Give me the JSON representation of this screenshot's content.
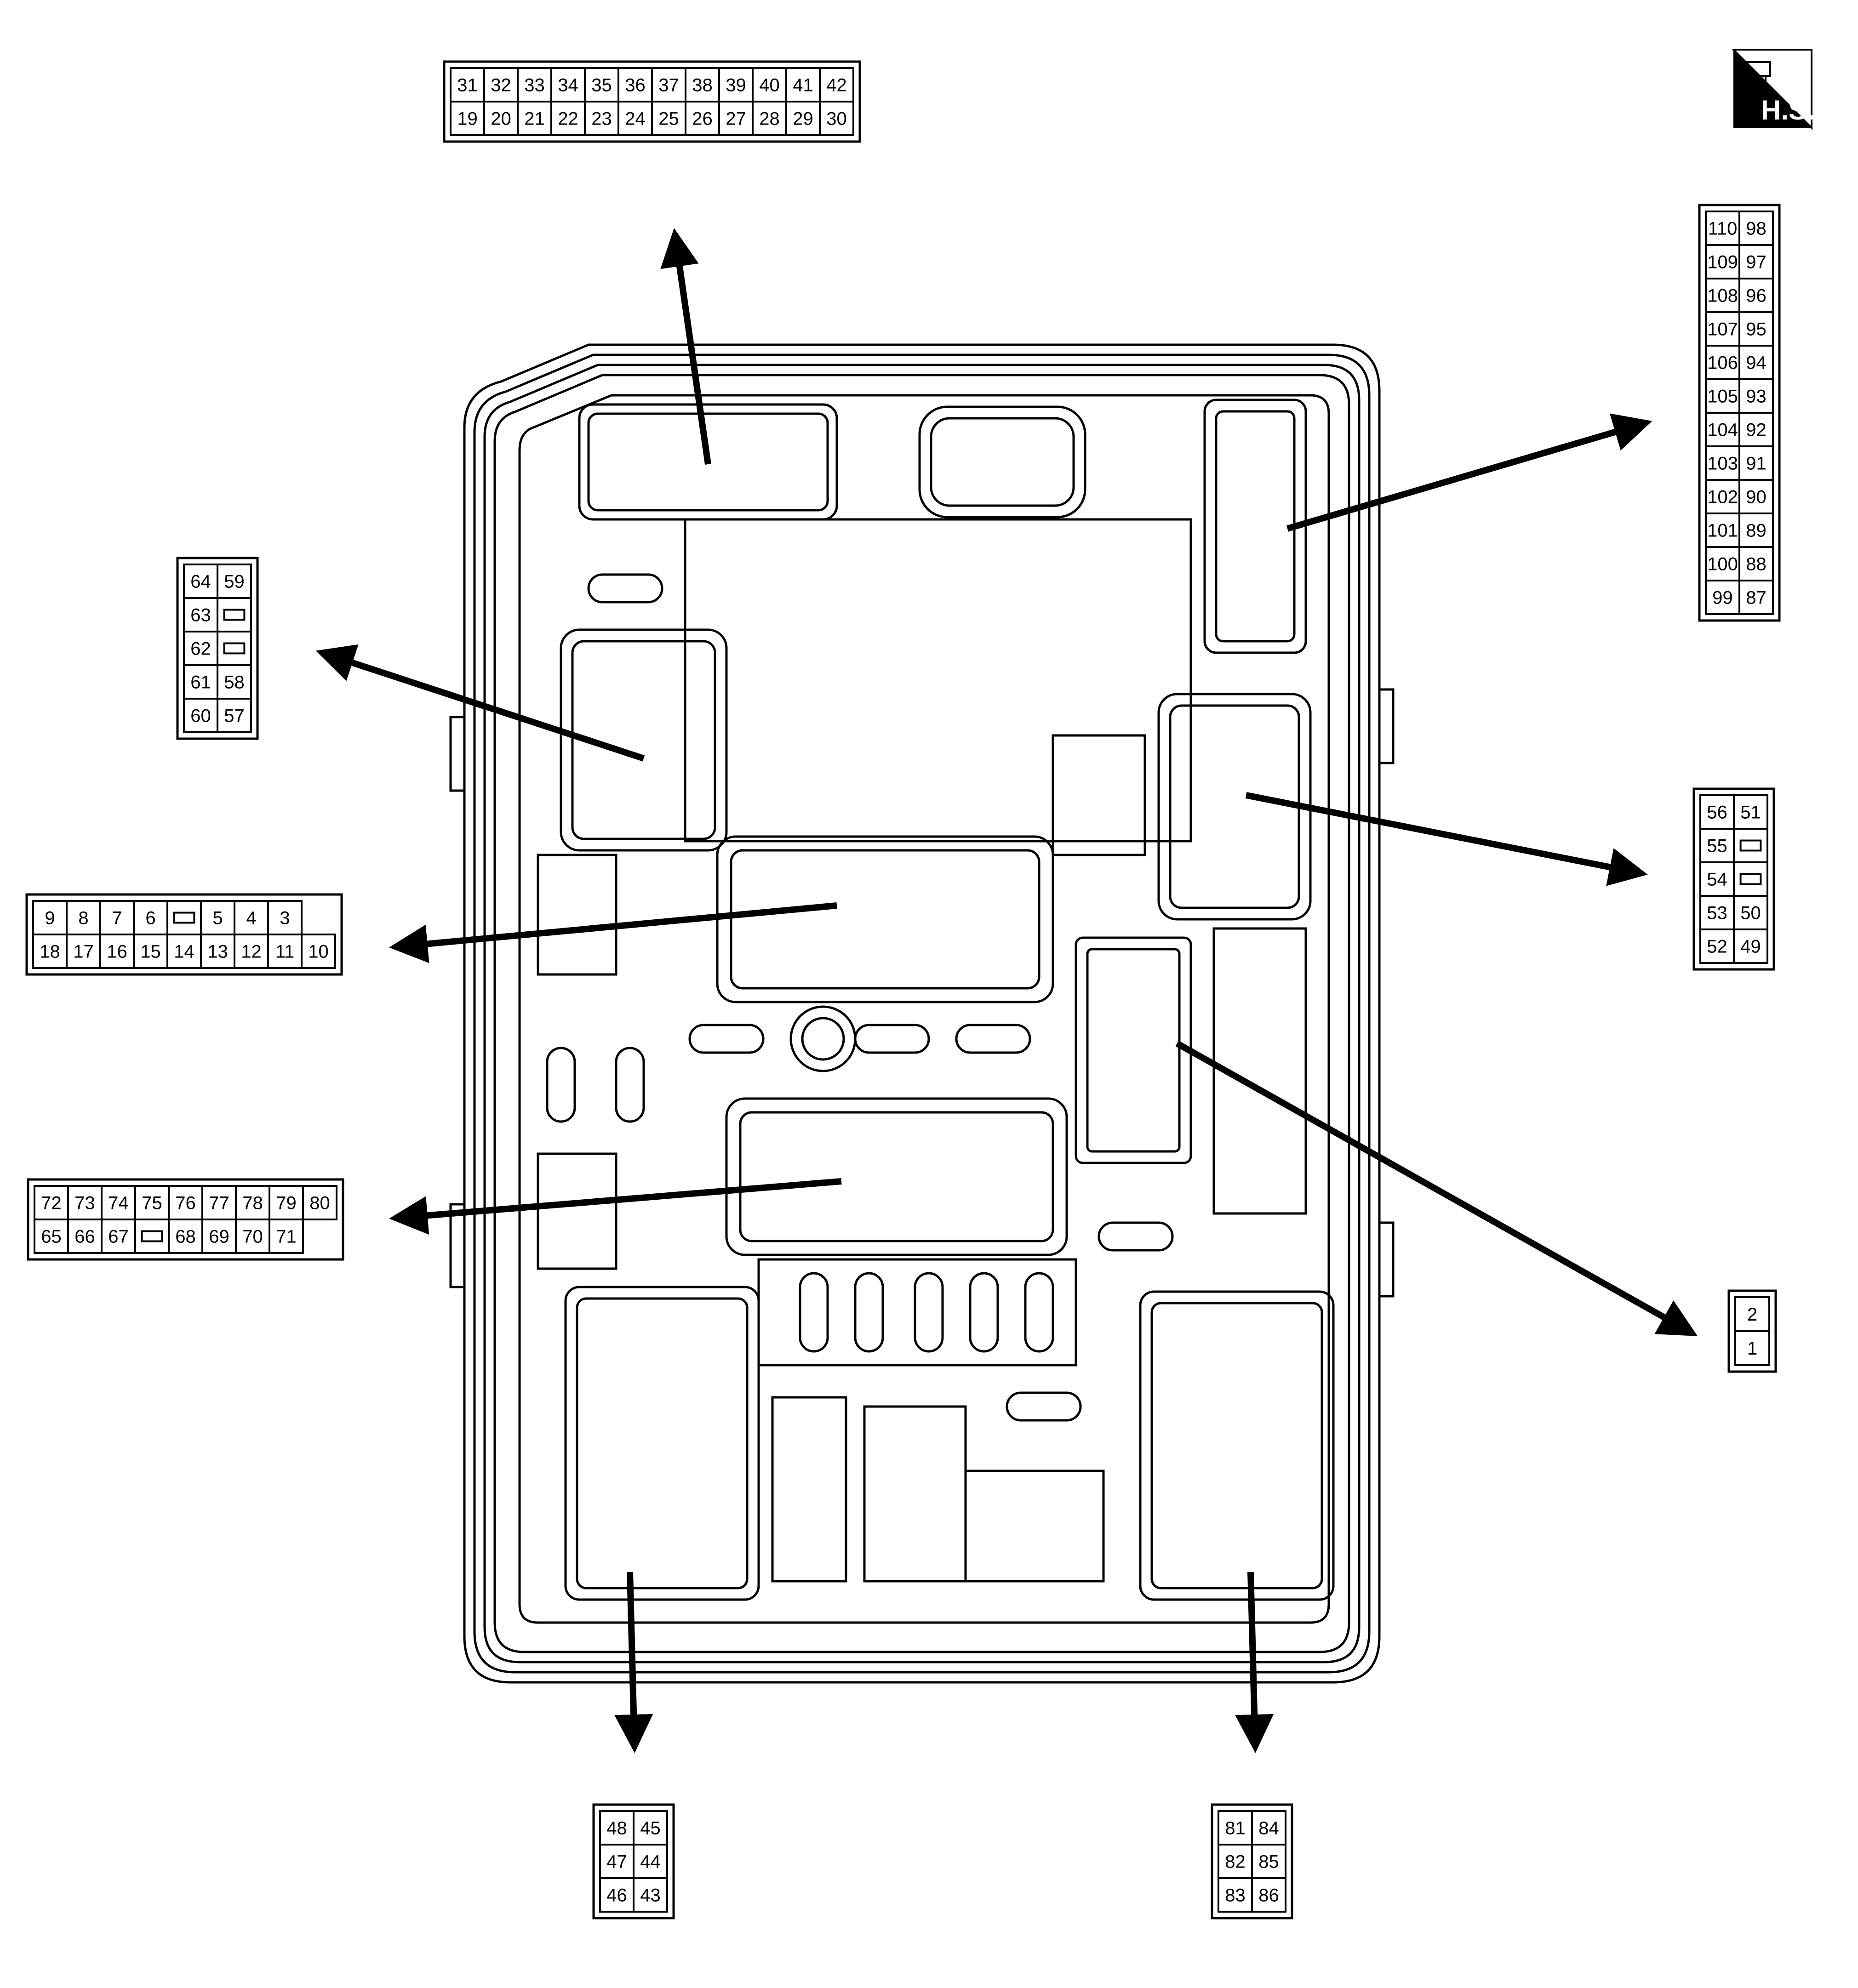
{
  "badge": {
    "label": "H.S.",
    "icon": "harness-side-icon"
  },
  "connectors": [
    {
      "id": "top-connector",
      "rows": [
        [
          "31",
          "32",
          "33",
          "34",
          "35",
          "36",
          "37",
          "38",
          "39",
          "40",
          "41",
          "42"
        ],
        [
          "19",
          "20",
          "21",
          "22",
          "23",
          "24",
          "25",
          "26",
          "27",
          "28",
          "29",
          "30"
        ]
      ]
    },
    {
      "id": "right-upper-connector",
      "rows": [
        [
          "110",
          "98"
        ],
        [
          "109",
          "97"
        ],
        [
          "108",
          "96"
        ],
        [
          "107",
          "95"
        ],
        [
          "106",
          "94"
        ],
        [
          "105",
          "93"
        ],
        [
          "104",
          "92"
        ],
        [
          "103",
          "91"
        ],
        [
          "102",
          "90"
        ],
        [
          "101",
          "89"
        ],
        [
          "100",
          "88"
        ],
        [
          "99",
          "87"
        ]
      ]
    },
    {
      "id": "left-upper-connector",
      "rows": [
        [
          "64",
          "59"
        ],
        [
          "63",
          ""
        ],
        [
          "62",
          ""
        ],
        [
          "61",
          "58"
        ],
        [
          "60",
          "57"
        ]
      ]
    },
    {
      "id": "right-middle-connector",
      "rows": [
        [
          "56",
          "51"
        ],
        [
          "55",
          ""
        ],
        [
          "54",
          ""
        ],
        [
          "53",
          "50"
        ],
        [
          "52",
          "49"
        ]
      ]
    },
    {
      "id": "left-middle-connector",
      "rows": [
        [
          "9",
          "8",
          "7",
          "6",
          "",
          "5",
          "4",
          "3"
        ],
        [
          "18",
          "17",
          "16",
          "15",
          "14",
          "13",
          "12",
          "11",
          "10"
        ]
      ]
    },
    {
      "id": "left-lower-connector",
      "rows": [
        [
          "72",
          "73",
          "74",
          "75",
          "76",
          "77",
          "78",
          "79",
          "80"
        ],
        [
          "65",
          "66",
          "67",
          "",
          "68",
          "69",
          "70",
          "71"
        ]
      ]
    },
    {
      "id": "right-lower-connector",
      "rows": [
        [
          "2"
        ],
        [
          "1"
        ]
      ]
    },
    {
      "id": "bottom-left-connector",
      "rows": [
        [
          "48",
          "45"
        ],
        [
          "47",
          "44"
        ],
        [
          "46",
          "43"
        ]
      ]
    },
    {
      "id": "bottom-right-connector",
      "rows": [
        [
          "81",
          "84"
        ],
        [
          "82",
          "85"
        ],
        [
          "83",
          "86"
        ]
      ]
    }
  ]
}
